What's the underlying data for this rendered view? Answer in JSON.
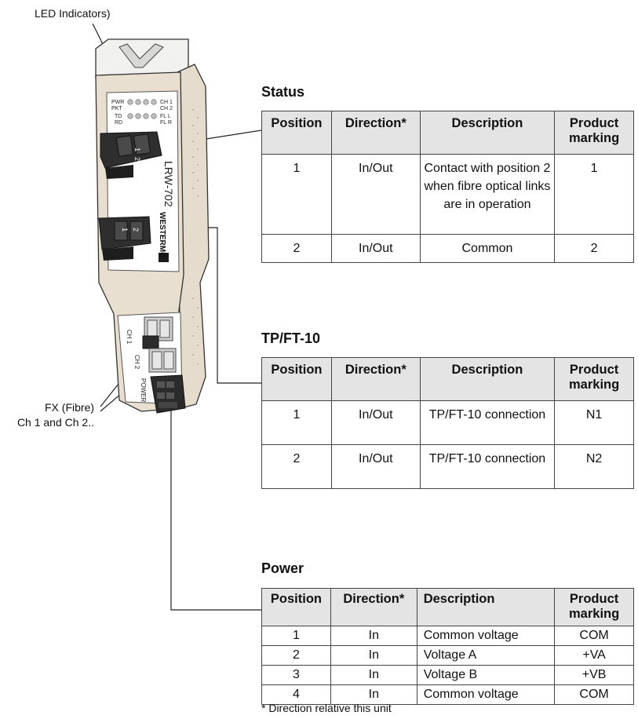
{
  "callouts": {
    "led": "LED Indicators)",
    "fibre_line1": "FX (Fibre)",
    "fibre_line2": "Ch 1 and Ch 2.."
  },
  "device": {
    "model": "LRW-702",
    "brand": "WESTERMO",
    "led_left": [
      "PWR",
      "PKT",
      "TD",
      "RD"
    ],
    "led_right": [
      "CH 1",
      "CH 2",
      "FL L",
      "FL R"
    ],
    "connector_pins": [
      "1",
      "2"
    ],
    "port_labels": [
      "CH 1",
      "CH 2",
      "POWER"
    ]
  },
  "status": {
    "title": "Status",
    "headers": [
      "Position",
      "Direction*",
      "Description",
      "Product marking"
    ],
    "rows": [
      {
        "position": "1",
        "direction": "In/Out",
        "description": "Contact with position 2 when fibre optical links are in operation",
        "marking": "1"
      },
      {
        "position": "2",
        "direction": "In/Out",
        "description": "Common",
        "marking": "2"
      }
    ]
  },
  "tpft": {
    "title": "TP/FT-10",
    "headers": [
      "Position",
      "Direction*",
      "Description",
      "Product marking"
    ],
    "rows": [
      {
        "position": "1",
        "direction": "In/Out",
        "description": "TP/FT-10 connection",
        "marking": "N1"
      },
      {
        "position": "2",
        "direction": "In/Out",
        "description": "TP/FT-10 connection",
        "marking": "N2"
      }
    ]
  },
  "power": {
    "title": "Power",
    "headers": [
      "Position",
      "Direction*",
      "Description",
      "Product marking"
    ],
    "rows": [
      {
        "position": "1",
        "direction": "In",
        "description": "Common voltage",
        "marking": "COM"
      },
      {
        "position": "2",
        "direction": "In",
        "description": "Voltage A",
        "marking": "+VA"
      },
      {
        "position": "3",
        "direction": "In",
        "description": "Voltage B",
        "marking": "+VB"
      },
      {
        "position": "4",
        "direction": "In",
        "description": "Common voltage",
        "marking": "COM"
      }
    ]
  },
  "footnote": "* Direction relative this unit"
}
